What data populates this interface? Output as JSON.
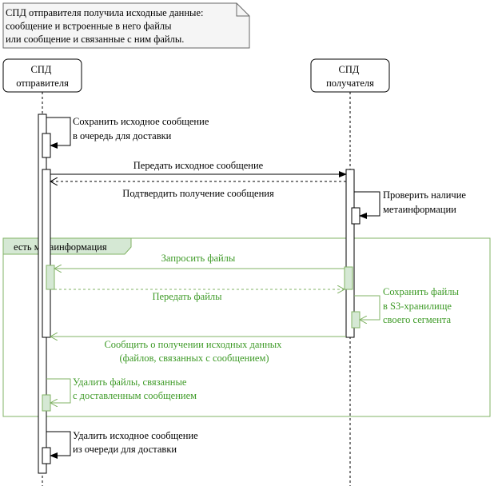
{
  "note": {
    "lines": [
      "СПД отправителя получила исходные данные:",
      "сообщение и встроенные в него файлы",
      "или сообщение и связанные с ним файлы."
    ]
  },
  "participants": [
    {
      "id": "sender",
      "lines": [
        "СПД",
        "отправителя"
      ]
    },
    {
      "id": "receiver",
      "lines": [
        "СПД",
        "получателя"
      ]
    }
  ],
  "messages": [
    {
      "id": "save-original",
      "lines": [
        "Сохранить исходное сообщение",
        "в очередь для доставки"
      ],
      "kind": "self",
      "participant": "sender"
    },
    {
      "id": "send-original",
      "lines": [
        "Передать исходное сообщение"
      ],
      "kind": "sync",
      "from": "sender",
      "to": "receiver"
    },
    {
      "id": "confirm-receipt",
      "lines": [
        "Подтвердить получение сообщения"
      ],
      "kind": "return",
      "from": "receiver",
      "to": "sender"
    },
    {
      "id": "check-metainfo",
      "lines": [
        "Проверить наличие",
        "метаинформации"
      ],
      "kind": "self",
      "participant": "receiver"
    },
    {
      "id": "request-files",
      "lines": [
        "Запросить файлы"
      ],
      "kind": "sync",
      "from": "receiver",
      "to": "sender",
      "fragment": true
    },
    {
      "id": "send-files",
      "lines": [
        "Передать файлы"
      ],
      "kind": "return",
      "from": "sender",
      "to": "receiver",
      "fragment": true
    },
    {
      "id": "save-files-s3",
      "lines": [
        "Сохранить файлы",
        "в S3-хранилище",
        "своего сегмента"
      ],
      "kind": "self",
      "participant": "receiver",
      "fragment": true
    },
    {
      "id": "notify-receipt",
      "lines": [
        "Сообщить о получении исходных данных",
        "(файлов, связанных с сообщением)"
      ],
      "kind": "return",
      "from": "receiver",
      "to": "sender",
      "fragment": true
    },
    {
      "id": "delete-files",
      "lines": [
        "Удалить файлы, связанные",
        "с доставленным сообщением"
      ],
      "kind": "self",
      "participant": "sender",
      "fragment": true
    },
    {
      "id": "delete-original",
      "lines": [
        "Удалить исходное сообщение",
        "из очереди для доставки"
      ],
      "kind": "self",
      "participant": "sender"
    }
  ],
  "fragment": {
    "label": "есть метаинформация"
  },
  "colors": {
    "line": "#000000",
    "fragment": "#82b366",
    "fragment_text": "#3d9a26",
    "fragment_fill": "#d5e8d4"
  }
}
